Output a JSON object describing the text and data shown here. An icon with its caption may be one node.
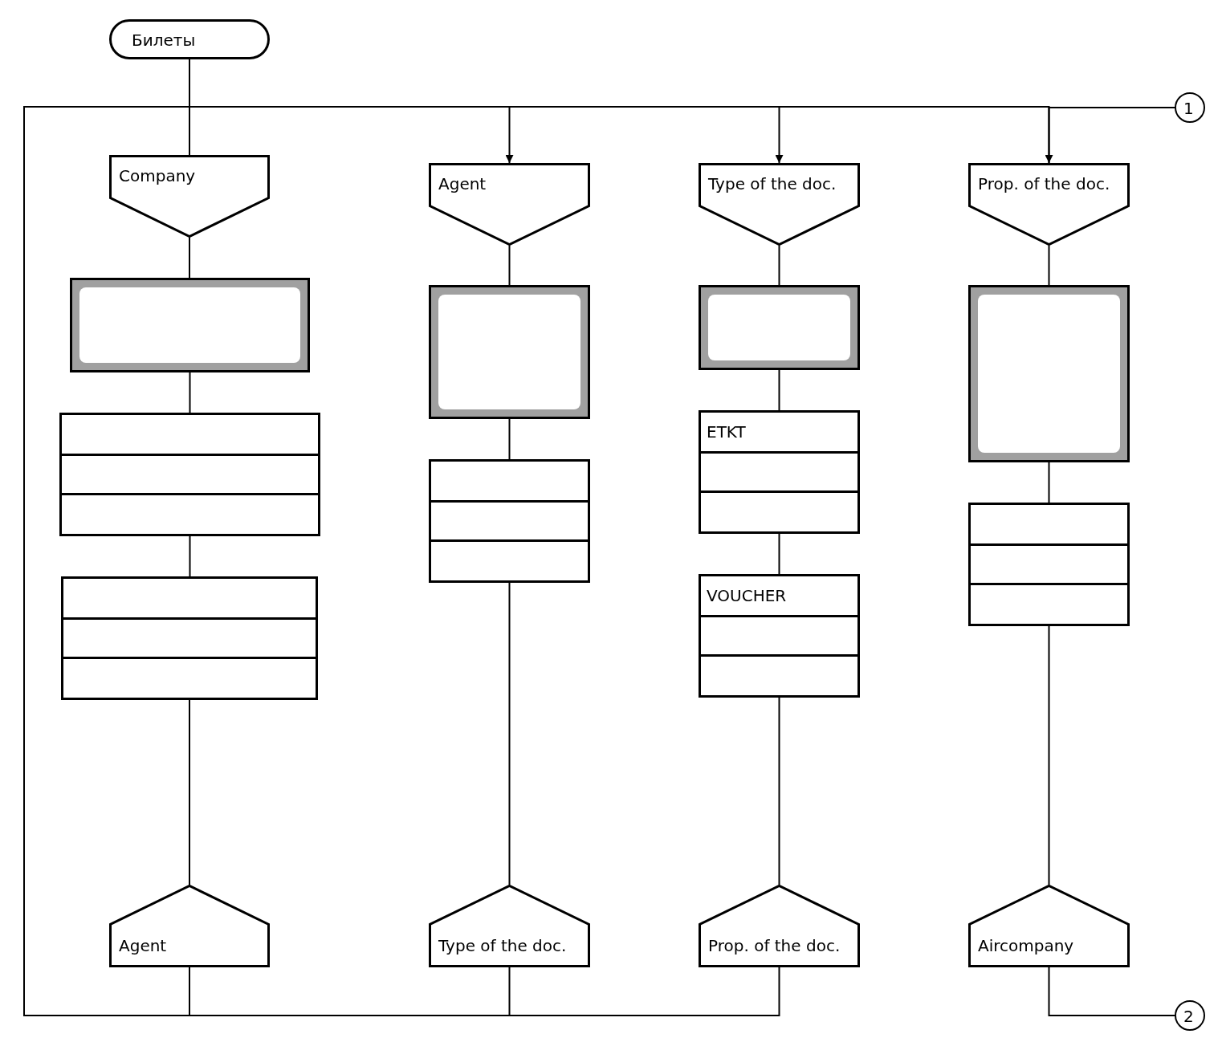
{
  "diagram": {
    "nodes": [
      {
        "text": [
          "Билеты"
        ]
      },
      {
        "text": [
          "Company"
        ]
      },
      {
        "text": [],
        "shape": "box"
      },
      {
        "text": [],
        "shape": "box"
      },
      {
        "text": [],
        "shape": "box"
      },
      {
        "text": [
          "Agent"
        ]
      },
      {
        "text": [
          "Agent"
        ]
      },
      {
        "text": [],
        "shape": "box"
      },
      {
        "text": [],
        "shape": "box"
      },
      {
        "text": [
          "Type of the doc."
        ]
      },
      {
        "text": [
          "Type of the doc."
        ]
      },
      {
        "text": [],
        "shape": "box"
      },
      {
        "text": [
          "ETKT"
        ]
      },
      {
        "text": [
          "VOUCHER"
        ]
      },
      {
        "text": [
          "Prop. of the doc."
        ]
      },
      {
        "text": [
          "Prop. of the doc."
        ]
      },
      {
        "text": [],
        "shape": "box"
      },
      {
        "text": [],
        "shape": "box"
      },
      {
        "text": [
          "Aircompany"
        ]
      },
      {
        "text": [
          "1"
        ]
      },
      {
        "text": [
          "2"
        ]
      }
    ],
    "edges": [
      {
        "from": 0,
        "to": 1,
        "arrow": "none"
      },
      {
        "from": 1,
        "to": 2,
        "arrow": "none"
      },
      {
        "from": 2,
        "to": 3,
        "arrow": "none"
      },
      {
        "from": 3,
        "to": 4,
        "arrow": "none"
      },
      {
        "from": 4,
        "to": 5,
        "arrow": "none"
      },
      {
        "from": 6,
        "to": 7,
        "arrow": "none"
      },
      {
        "from": 7,
        "to": 8,
        "arrow": "none"
      },
      {
        "from": 8,
        "to": 9,
        "arrow": "none"
      },
      {
        "from": 10,
        "to": 11,
        "arrow": "none"
      },
      {
        "from": 11,
        "to": 12,
        "arrow": "none"
      },
      {
        "from": 12,
        "to": 13,
        "arrow": "none"
      },
      {
        "from": 13,
        "to": 14,
        "arrow": "none"
      },
      {
        "from": 15,
        "to": 16,
        "arrow": "none"
      },
      {
        "from": 16,
        "to": 17,
        "arrow": "none"
      },
      {
        "from": 17,
        "to": 18,
        "arrow": "none"
      },
      {
        "from": 5,
        "to": 6,
        "arrow": "to"
      },
      {
        "from": 9,
        "to": 10,
        "arrow": "to"
      },
      {
        "from": 14,
        "to": 15,
        "arrow": "to"
      },
      {
        "from": 15,
        "to": 19,
        "arrow": "none"
      },
      {
        "from": 18,
        "to": 20,
        "arrow": "none"
      }
    ]
  }
}
